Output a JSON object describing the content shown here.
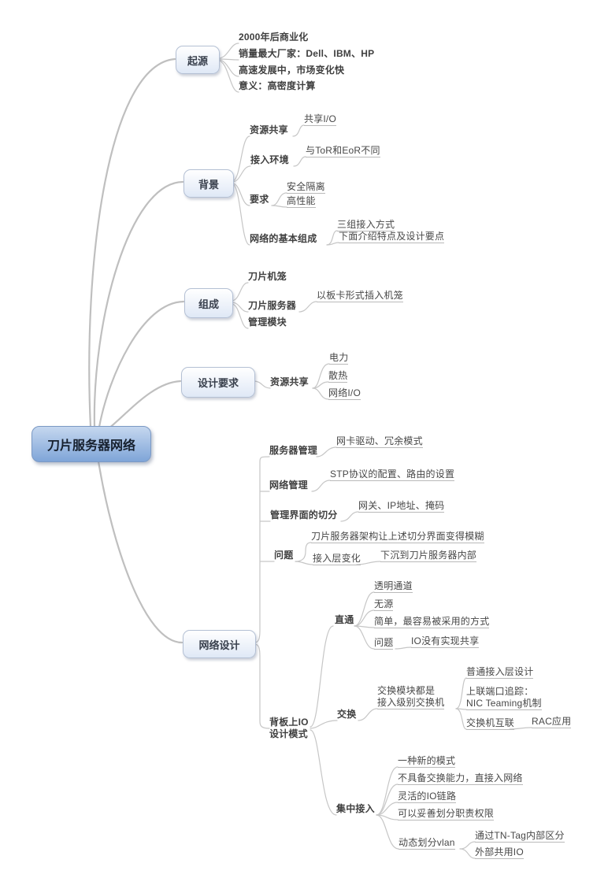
{
  "root": {
    "label": "刀片服务器网络"
  },
  "colors": {
    "central_fill_top": "#c5d7ef",
    "central_fill_bottom": "#7fa5d8",
    "central_border": "#7b99c4",
    "topic_fill_top": "#ffffff",
    "topic_fill_bottom": "#dfe8f6",
    "topic_border": "#b4c0d4",
    "connector_line": "#c6c6c6",
    "underline": "#b9b9b9",
    "text": "#474747"
  },
  "origin": {
    "label": "起源",
    "items": [
      "2000年后商业化",
      "销量最大厂家：Dell、IBM、HP",
      "高速发展中，市场变化快",
      "意义：高密度计算"
    ]
  },
  "background": {
    "label": "背景",
    "resource_sharing": {
      "label": "资源共享",
      "items": [
        "共享I/O"
      ]
    },
    "access_env": {
      "label": "接入环境",
      "items": [
        "与ToR和EoR不同"
      ]
    },
    "requirements": {
      "label": "要求",
      "items": [
        "安全隔离",
        "高性能"
      ]
    },
    "composition": {
      "label": "网络的基本组成",
      "items": [
        "三组接入方式",
        "下面介绍特点及设计要点"
      ]
    }
  },
  "components": {
    "label": "组成",
    "items": [
      "刀片机笼",
      "刀片服务器",
      "管理模块"
    ],
    "blade_server_note": "以板卡形式插入机笼"
  },
  "design_requirements": {
    "label": "设计要求",
    "resource_sharing": {
      "label": "资源共享",
      "items": [
        "电力",
        "散热",
        "网络I/O"
      ]
    }
  },
  "network_design": {
    "label": "网络设计",
    "server_mgmt": {
      "label": "服务器管理",
      "items": [
        "网卡驱动、冗余模式"
      ]
    },
    "network_mgmt": {
      "label": "网络管理",
      "items": [
        "STP协议的配置、路由的设置"
      ]
    },
    "mgmt_interface_split": {
      "label": "管理界面的切分",
      "items": [
        "网关、IP地址、掩码"
      ]
    },
    "problem": {
      "label": "问题",
      "items": [
        "刀片服务器架构让上述切分界面变得模糊"
      ],
      "access_layer_change": {
        "label": "接入层变化",
        "items": [
          "下沉到刀片服务器内部"
        ]
      }
    },
    "backplane_io": {
      "label": "背板上IO\n设计模式",
      "passthrough": {
        "label": "直通",
        "items": [
          "透明通道",
          "无源",
          "简单，最容易被采用的方式"
        ],
        "problem": {
          "label": "问题",
          "items": [
            "IO没有实现共享"
          ]
        }
      },
      "switching": {
        "label": "交换",
        "module": {
          "label": "交换模块都是\n接入级别交换机",
          "items": [
            "普通接入层设计",
            "上联端口追踪：\nNIC Teaming机制"
          ],
          "interconnect": {
            "label": "交换机互联",
            "items": [
              "RAC应用"
            ]
          }
        }
      },
      "centralized": {
        "label": "集中接入",
        "items": [
          "一种新的模式",
          "不具备交换能力，直接入网络",
          "灵活的IO链路",
          "可以妥善划分职责权限"
        ],
        "dynamic_vlan": {
          "label": "动态划分vlan",
          "items": [
            "通过TN-Tag内部区分",
            "外部共用IO"
          ]
        }
      }
    }
  }
}
